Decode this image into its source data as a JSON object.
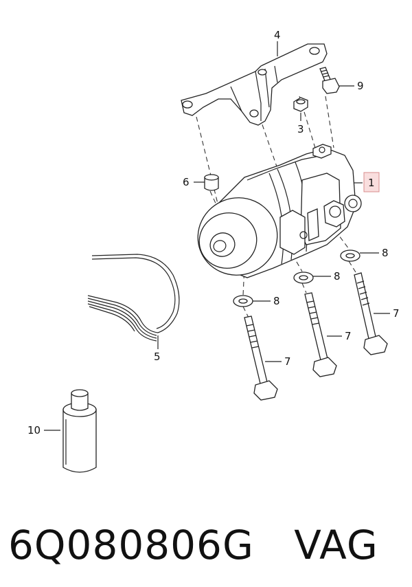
{
  "callouts": {
    "c1": "1",
    "c3": "3",
    "c4": "4",
    "c5": "5",
    "c6": "6",
    "c7a": "7",
    "c7b": "7",
    "c7c": "7",
    "c8a": "8",
    "c8b": "8",
    "c8c": "8",
    "c9": "9",
    "c10": "10"
  },
  "footer": {
    "part_number": "6Q080806G",
    "brand": "VAG"
  },
  "colors": {
    "highlight_box_fill": "#f9dede",
    "highlight_box_stroke": "#d88c8c",
    "line": "#222222"
  }
}
